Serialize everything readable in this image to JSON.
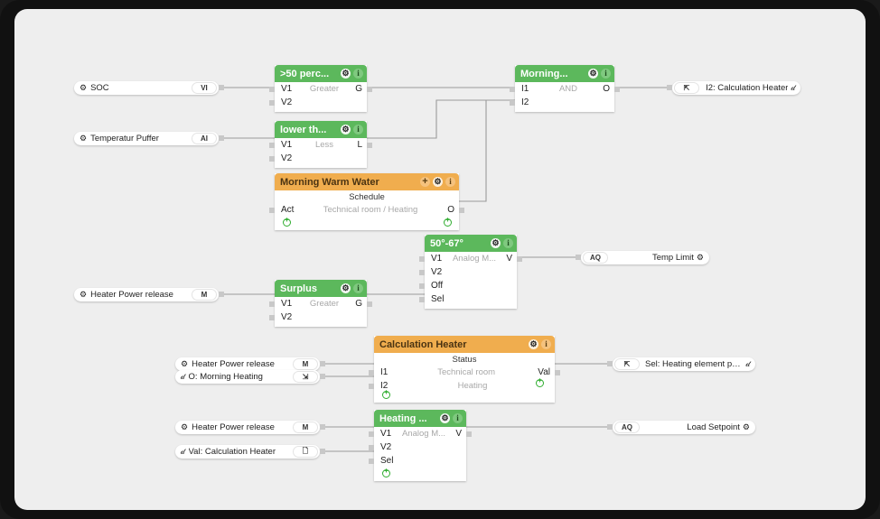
{
  "app": {
    "type": "logic-flow-editor",
    "canvas_bg": "#eeeeee",
    "frame_bg": "#111111"
  },
  "colors": {
    "green": "#5cb85c",
    "orange": "#f0ad4e",
    "wire": "#9a9a9a",
    "stub": "#c8c8c8",
    "muted_text": "#a8a8a8",
    "add_green": "#2fad2f"
  },
  "inputs": [
    {
      "id": "in-soc",
      "label": "SOC",
      "icon": "gear-icon",
      "badge": "VI"
    },
    {
      "id": "in-temp",
      "label": "Temperatur Puffer",
      "icon": "gear-icon",
      "badge": "AI"
    },
    {
      "id": "in-hpr1",
      "label": "Heater Power release",
      "icon": "gear-icon",
      "badge": "M"
    },
    {
      "id": "in-hpr2",
      "label": "Heater Power release",
      "icon": "gear-icon",
      "badge": "M"
    },
    {
      "id": "in-morn",
      "label": "O: Morning Heating",
      "icon": "info-icon",
      "badge": "export-icon"
    },
    {
      "id": "in-hpr3",
      "label": "Heater Power release",
      "icon": "gear-icon",
      "badge": "M"
    },
    {
      "id": "in-valc",
      "label": "Val: Calculation Heater",
      "icon": "info-icon",
      "badge": "copy-icon"
    }
  ],
  "outputs": [
    {
      "id": "out-i2calc",
      "label": "I2: Calculation Heater",
      "badge": "import-icon",
      "icon": "info-icon"
    },
    {
      "id": "out-temp",
      "label": "Temp Limit",
      "badge": "AQ",
      "icon": "gear-icon"
    },
    {
      "id": "out-sel",
      "label": "Sel: Heating element po...",
      "badge": "import-icon",
      "icon": "info-icon"
    },
    {
      "id": "out-load",
      "label": "Load Setpoint",
      "badge": "AQ",
      "icon": "gear-icon"
    }
  ],
  "blocks": [
    {
      "id": "blk-greater50",
      "title": ">50  perc...",
      "color": "green",
      "func": "Greater",
      "header_icons": [
        "gear-icon",
        "info-icon"
      ],
      "inputs": [
        "V1",
        "V2"
      ],
      "output": "G"
    },
    {
      "id": "blk-lowerthan",
      "title": "lower th...",
      "color": "green",
      "func": "Less",
      "header_icons": [
        "gear-icon",
        "info-icon"
      ],
      "inputs": [
        "V1",
        "V2"
      ],
      "output": "L"
    },
    {
      "id": "blk-morning-warm-water",
      "title": "Morning Warm Water",
      "color": "orange",
      "subtitle": "Schedule",
      "func": "Technical room / Heating",
      "header_icons": [
        "plus-icon",
        "gear-icon",
        "info-icon"
      ],
      "inputs": [
        "Act"
      ],
      "output": "O",
      "has_add_left": true,
      "has_add_right": true
    },
    {
      "id": "blk-and",
      "title": "Morning...",
      "color": "green",
      "func": "AND",
      "header_icons": [
        "gear-icon",
        "info-icon"
      ],
      "inputs": [
        "I1",
        "I2"
      ],
      "output": "O"
    },
    {
      "id": "blk-surplus",
      "title": "Surplus",
      "color": "green",
      "func": "Greater",
      "header_icons": [
        "gear-icon",
        "info-icon"
      ],
      "inputs": [
        "V1",
        "V2"
      ],
      "output": "G"
    },
    {
      "id": "blk-temprange",
      "title": "50°-67°",
      "color": "green",
      "func": "Analog M...",
      "header_icons": [
        "gear-icon",
        "info-icon"
      ],
      "inputs": [
        "V1",
        "V2",
        "Off",
        "Sel"
      ],
      "output": "V"
    },
    {
      "id": "blk-calculation-heater",
      "title": "Calculation Heater",
      "color": "orange",
      "subtitle": "Status",
      "func_line1": "Technical room",
      "func_line2": "Heating",
      "header_icons": [
        "gear-icon",
        "info-icon"
      ],
      "inputs": [
        "I1",
        "I2"
      ],
      "output": "Val",
      "has_add_left": true,
      "has_add_right": true
    },
    {
      "id": "blk-heating",
      "title": "Heating ...",
      "color": "green",
      "func": "Analog M...",
      "header_icons": [
        "gear-icon",
        "info-icon"
      ],
      "inputs": [
        "V1",
        "V2",
        "Sel"
      ],
      "output": "V",
      "has_add_left": true
    }
  ]
}
